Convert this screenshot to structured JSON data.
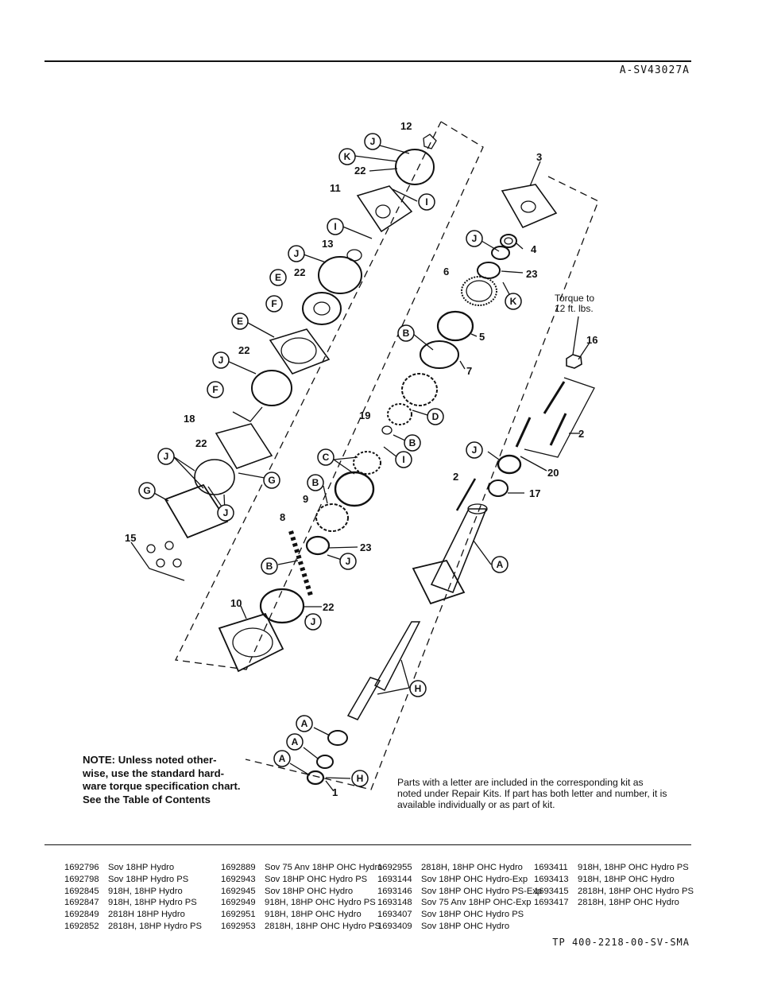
{
  "header": {
    "doc_id": "A-SV43027A"
  },
  "callouts": {
    "n12": "12",
    "n3": "3",
    "n11": "11",
    "n13": "13",
    "n4": "4",
    "n23a": "23",
    "n6": "6",
    "n22a": "22",
    "n22b": "22",
    "n22c": "22",
    "n22d": "22",
    "n22e": "22",
    "n5": "5",
    "n7": "7",
    "n16": "16",
    "n18": "18",
    "n19": "19",
    "n2a": "2",
    "n2b": "2",
    "n20": "20",
    "n17": "17",
    "n9": "9",
    "n8": "8",
    "n23b": "23",
    "n15": "15",
    "n10": "10",
    "n1": "1",
    "torque": "Torque to",
    "torque2": "12 ft. lbs."
  },
  "letters": {
    "J1": "J",
    "K1": "K",
    "I1": "I",
    "I2": "I",
    "J2": "J",
    "E1": "E",
    "F1": "F",
    "J3": "J",
    "K2": "K",
    "B1": "B",
    "E2": "E",
    "J4": "J",
    "F2": "F",
    "D1": "D",
    "B2": "B",
    "I3": "I",
    "J5": "J",
    "C1": "C",
    "G1": "G",
    "J6": "J",
    "G2": "G",
    "J7": "J",
    "B3": "B",
    "A1": "A",
    "J8": "J",
    "B4": "B",
    "J9": "J",
    "H1": "H",
    "A2": "A",
    "A3": "A",
    "A4": "A",
    "H2": "H"
  },
  "note": "NOTE: Unless noted other-wise, use the standard hard-ware torque specification chart. See the Table of Contents",
  "kit_note": "Parts with a letter are included in the corresponding kit as noted under Repair Kits. If part has both letter and number, it is available individually or as part of kit.",
  "models": [
    [
      {
        "pn": "1692796",
        "desc": "Sov 18HP Hydro"
      },
      {
        "pn": "1692798",
        "desc": "Sov 18HP Hydro PS"
      },
      {
        "pn": "1692845",
        "desc": "918H, 18HP Hydro"
      },
      {
        "pn": "1692847",
        "desc": "918H, 18HP Hydro PS"
      },
      {
        "pn": "1692849",
        "desc": "2818H 18HP Hydro"
      },
      {
        "pn": "1692852",
        "desc": "2818H, 18HP Hydro PS"
      }
    ],
    [
      {
        "pn": "1692889",
        "desc": "Sov 75 Anv 18HP OHC Hydro"
      },
      {
        "pn": "1692943",
        "desc": "Sov 18HP OHC Hydro PS"
      },
      {
        "pn": "1692945",
        "desc": "Sov 18HP OHC Hydro"
      },
      {
        "pn": "1692949",
        "desc": "918H, 18HP OHC Hydro PS"
      },
      {
        "pn": "1692951",
        "desc": "918H, 18HP OHC Hydro"
      },
      {
        "pn": "1692953",
        "desc": "2818H, 18HP OHC Hydro PS"
      }
    ],
    [
      {
        "pn": "1692955",
        "desc": "2818H, 18HP OHC Hydro"
      },
      {
        "pn": "1693144",
        "desc": "Sov 18HP OHC Hydro-Exp"
      },
      {
        "pn": "1693146",
        "desc": "Sov 18HP OHC Hydro PS-Exp"
      },
      {
        "pn": "1693148",
        "desc": "Sov 75 Anv 18HP OHC-Exp"
      },
      {
        "pn": "1693407",
        "desc": "Sov 18HP OHC Hydro PS"
      },
      {
        "pn": "1693409",
        "desc": "Sov 18HP OHC Hydro"
      }
    ],
    [
      {
        "pn": "1693411",
        "desc": "918H, 18HP OHC Hydro PS"
      },
      {
        "pn": "1693413",
        "desc": "918H, 18HP OHC Hydro"
      },
      {
        "pn": "1693415",
        "desc": "2818H, 18HP OHC Hydro PS"
      },
      {
        "pn": "1693417",
        "desc": "2818H, 18HP OHC Hydro"
      }
    ]
  ],
  "footer": {
    "doc_id": "TP 400-2218-00-SV-SMA"
  }
}
